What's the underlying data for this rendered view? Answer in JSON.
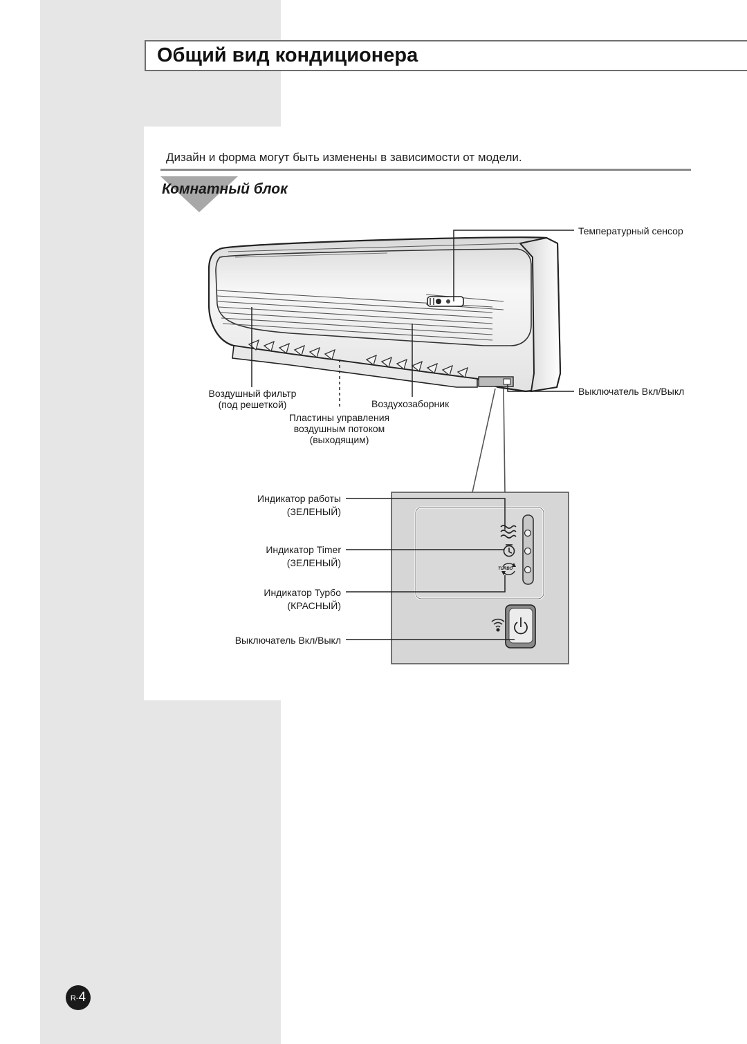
{
  "header": {
    "title": "Общий вид кондиционера"
  },
  "note": "Дизайн и форма могут быть изменены в зависимости от модели.",
  "section": {
    "title": "Комнатный блок"
  },
  "unit_labels": {
    "temp_sensor": "Температурный сенсор",
    "air_filter_line1": "Воздушный фильтр",
    "air_filter_line2": "(под решеткой)",
    "air_intake": "Воздухозаборник",
    "flaps_line1": "Пластины управления",
    "flaps_line2": "воздушным потоком",
    "flaps_line3": "(выходящим)",
    "power_switch": "Выключатель Вкл/Выкл"
  },
  "panel_labels": {
    "operation_indicator": "Индикатор работы",
    "operation_color": "(ЗЕЛЕНЫЙ)",
    "timer_indicator": "Индикатор Timer",
    "timer_color": "(ЗЕЛЕНЫЙ)",
    "turbo_indicator": "Индикатор Турбо",
    "turbo_color": "(КРАСНЫЙ)",
    "power_switch": "Выключатель Вкл/Выкл",
    "turbo_text": "TURBO"
  },
  "footer": {
    "page_prefix": "R-",
    "page_number": "4"
  },
  "icons": [
    "airflow-icon",
    "timer-icon",
    "turbo-icon",
    "remote-signal-icon",
    "power-icon"
  ],
  "colors": {
    "sidebar": "#e6e6e6",
    "frame": "#6e6e6e",
    "panel": "#d6d6d6"
  }
}
